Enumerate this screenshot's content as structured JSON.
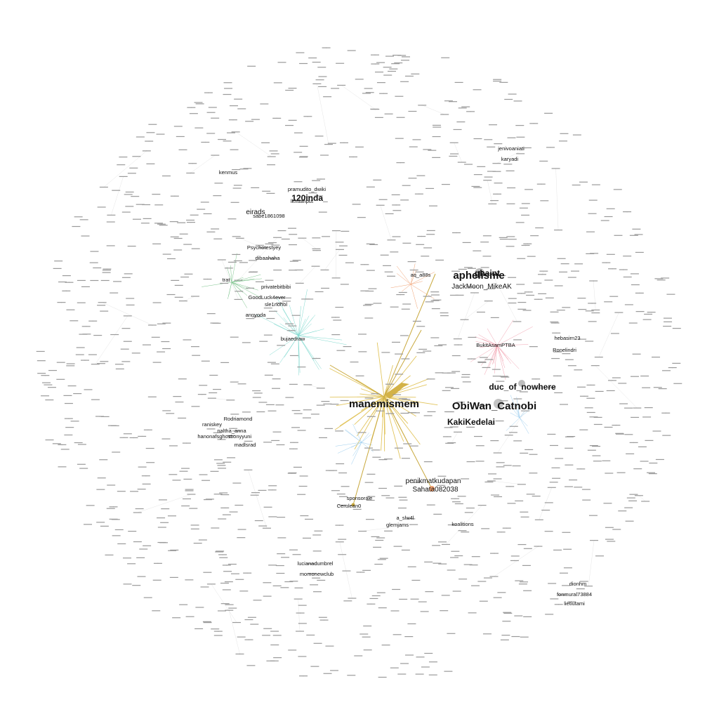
{
  "graph": {
    "labels": {
      "primary": [
        "manemismem",
        "ObiWan_Catnobi",
        "aphelisme",
        "duc_of_nowhere",
        "KakiKedelai"
      ],
      "secondary": [
        "pramudito_dwiki",
        "120inda_",
        "eirads",
        "penikmatkudapan",
        "Sahata082038",
        "JackMoon_MikeAK",
        "ghaint",
        "BukitAsamPTBA",
        "Ronelindri",
        "hebasirn23",
        "lkhtiahput",
        "sabe1861098",
        "jenivoaniati",
        "karyadi",
        "kenmus",
        "Psychotestyey",
        "dibaahaha",
        "privatebitbibi",
        "GoodLuck4ever",
        "sle1nohol",
        "annyoda",
        "Rodriamond",
        "raniskey",
        "naltha_anna",
        "monyyuni",
        "hanonafsghost",
        "madlsrad",
        "lucianadumbrel",
        "momonewclub",
        "dionhm",
        "fonmural73884",
        "lietiutami",
        "Cerulean0",
        "sponsorale",
        "a_slw4l",
        "glemjams",
        "trat",
        "aq_a88s",
        "koalitions",
        "bujaedraw"
      ]
    },
    "colors": {
      "hub_gold": "#e2c55e",
      "hub_gold_dark": "#c9a93f",
      "cluster_teal": "#7fd9cf",
      "cluster_green": "#7cc48c",
      "cluster_pink": "#f2a3b1",
      "cluster_orange": "#f0a070",
      "cluster_blue": "#99ccee",
      "node_gray": "#c8c8c8",
      "edge_gray": "#dedede"
    }
  }
}
